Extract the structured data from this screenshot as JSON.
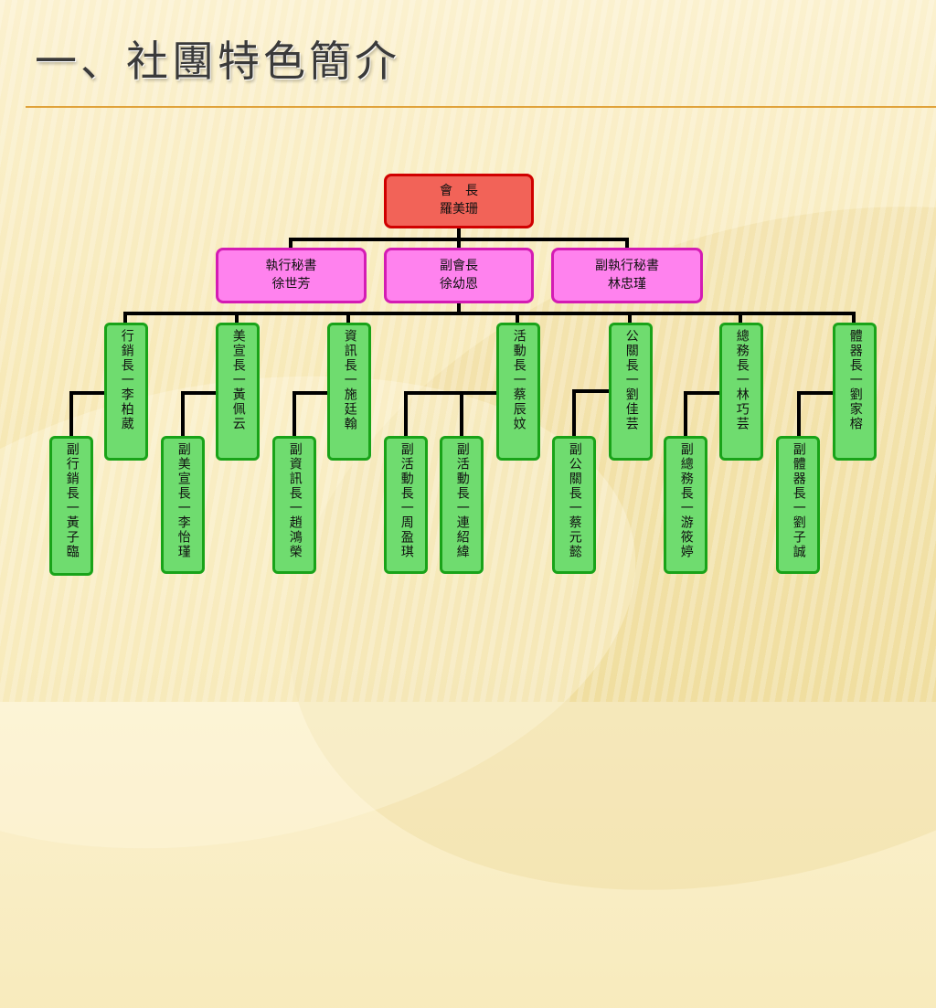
{
  "slide": {
    "title": "一、社團特色簡介"
  },
  "org": {
    "president": {
      "role": "會　長",
      "person": "羅美珊"
    },
    "second_row": [
      {
        "role": "執行秘書",
        "person": "徐世芳"
      },
      {
        "role": "副會長",
        "person": "徐幼恩"
      },
      {
        "role": "副執行秘書",
        "person": "林忠瑾"
      }
    ],
    "leads": [
      {
        "label": "行銷長一李柏葳"
      },
      {
        "label": "美宣長一黃佩云"
      },
      {
        "label": "資訊長一施廷翰"
      },
      {
        "label": "活動長一蔡辰妏"
      },
      {
        "label": "公關長一劉佳芸"
      },
      {
        "label": "總務長一林巧芸"
      },
      {
        "label": "體器長一劉家榕"
      }
    ],
    "deputies": [
      {
        "label": "副行銷長一黃子臨"
      },
      {
        "label": "副美宣長一李怡瑾"
      },
      {
        "label": "副資訊長一趙鴻榮"
      },
      {
        "label": "副活動長一周盈琪"
      },
      {
        "label": "副活動長一連紹緯"
      },
      {
        "label": "副公關長一蔡元懿"
      },
      {
        "label": "副總務長一游筱婷"
      },
      {
        "label": "副體器長一劉子誠"
      }
    ]
  },
  "colors": {
    "president_fill": "#f26358",
    "president_border": "#d00000",
    "officer_fill": "#ff82ee",
    "officer_border": "#d41cb4",
    "member_fill": "#6fdc6f",
    "member_border": "#19a319",
    "connector": "#000000",
    "title_rule": "#e0a23a"
  }
}
